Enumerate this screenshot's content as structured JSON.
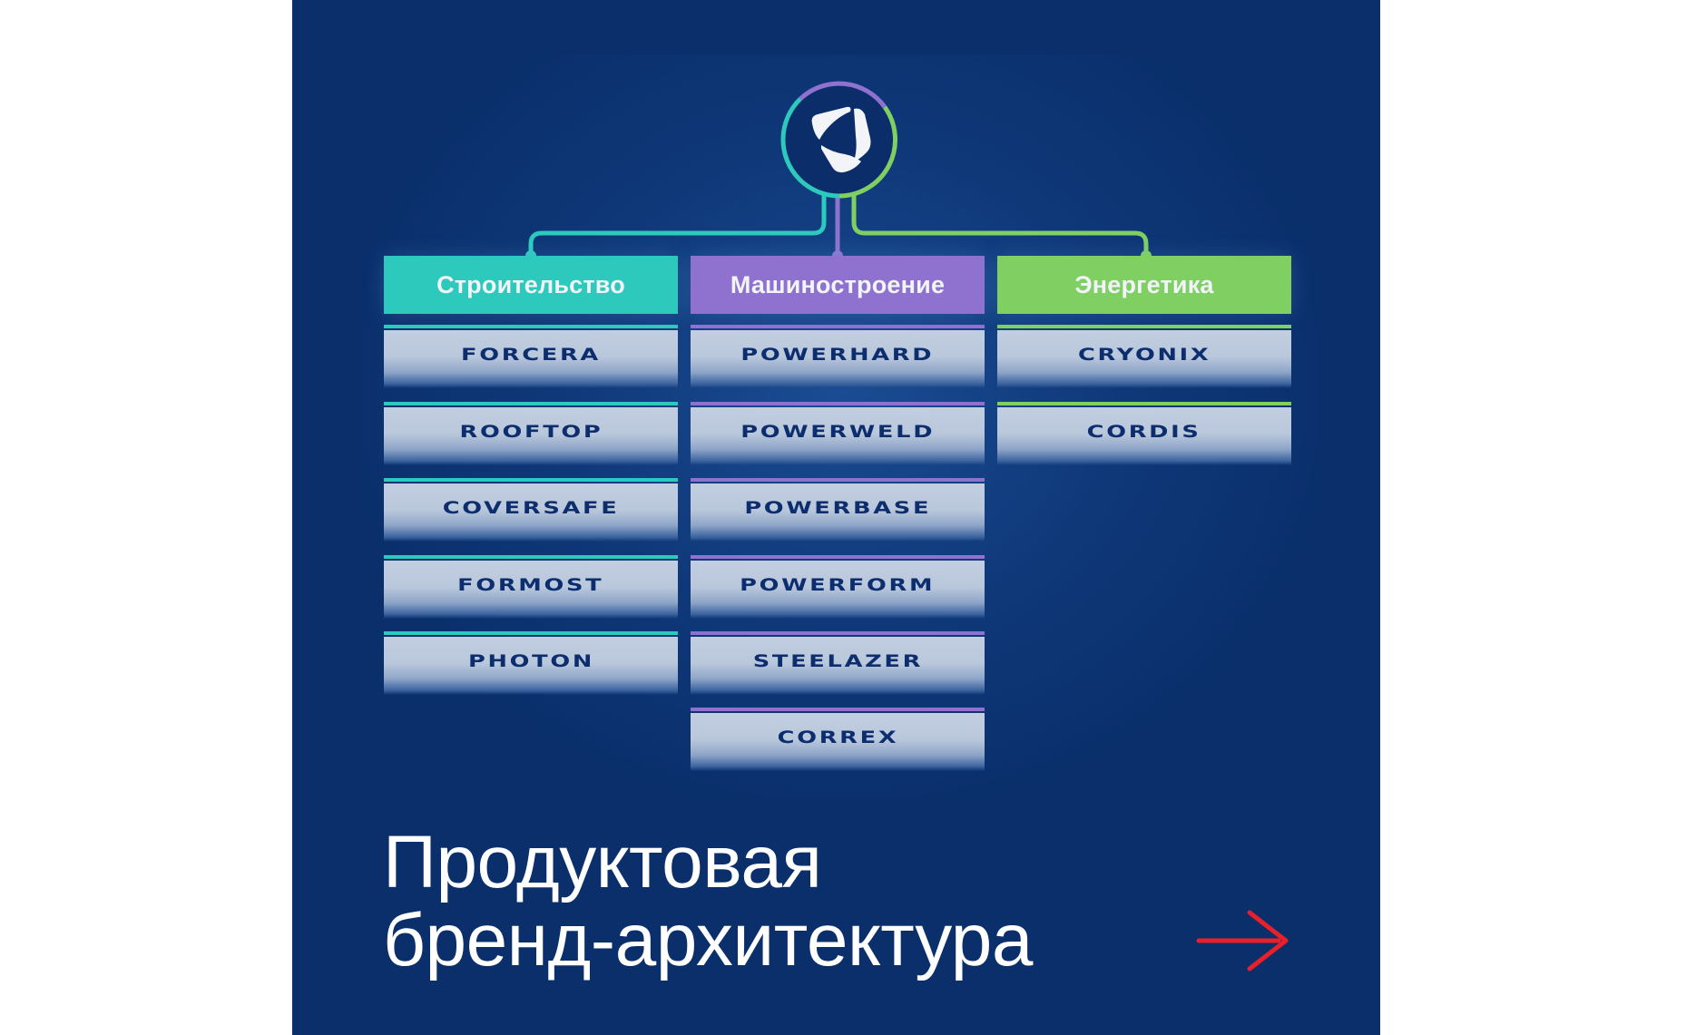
{
  "colors": {
    "background": "#0a2f6b",
    "page": "#ffffff",
    "teal": "#2ec9bd",
    "purple": "#8f72cf",
    "green": "#7fcf63",
    "item_text": "#0d2e6e",
    "arrow": "#e8202a"
  },
  "logo": {
    "icon": "brand-logo-icon"
  },
  "columns": [
    {
      "header": "Строительство",
      "color": "#2ec9bd",
      "items": [
        "FORCERA",
        "ROOFTOP",
        "COVERSAFE",
        "FORMOST",
        "PHOTON"
      ]
    },
    {
      "header": "Машиностроение",
      "color": "#8f72cf",
      "items": [
        "POWERHARD",
        "POWERWELD",
        "POWERBASE",
        "POWERFORM",
        "STEELAZER",
        "CORREX"
      ]
    },
    {
      "header": "Энергетика",
      "color": "#7fcf63",
      "items": [
        "CRYONIX",
        "CORDIS"
      ]
    }
  ],
  "title": {
    "line1": "Продуктовая",
    "line2": "бренд-архитектура"
  },
  "navigation": {
    "next_icon": "arrow-right-icon"
  }
}
